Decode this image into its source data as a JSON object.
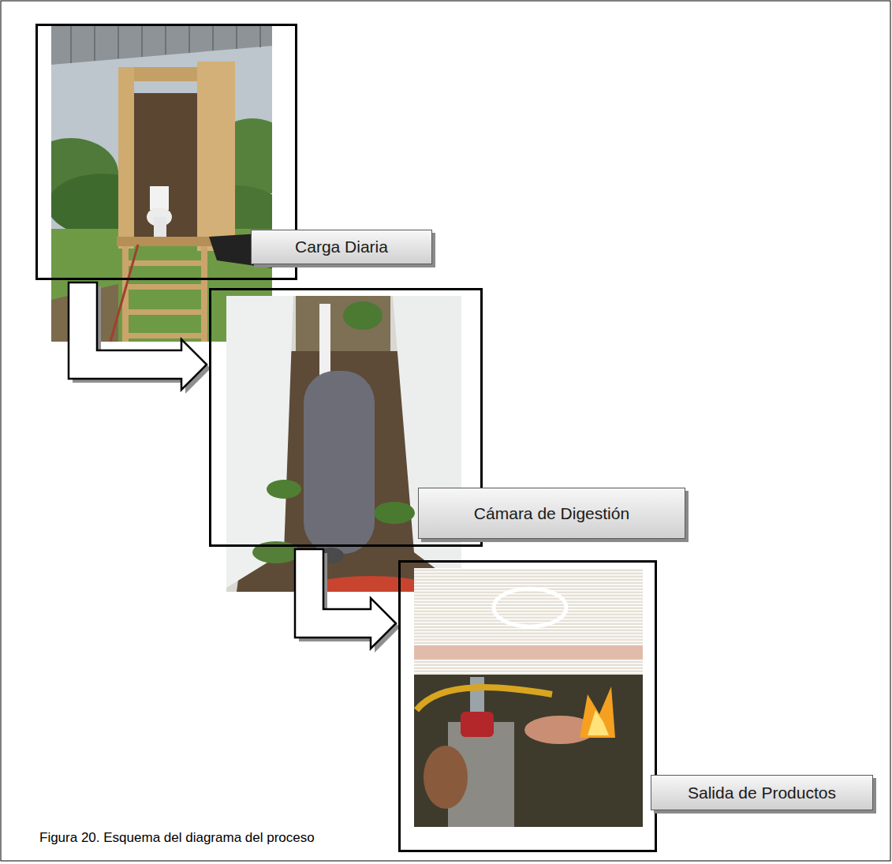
{
  "diagram": {
    "caption": "Figura 20. Esquema del diagrama del proceso",
    "nodes": [
      {
        "text": [
          "Carga Diaria"
        ]
      },
      {
        "text": [
          "Cámara de Digestión"
        ]
      },
      {
        "text": [
          "Salida de Productos"
        ]
      }
    ],
    "edges": [
      {
        "from": 0,
        "to": 1,
        "arrow": "to"
      },
      {
        "from": 1,
        "to": 2,
        "arrow": "to"
      }
    ]
  }
}
